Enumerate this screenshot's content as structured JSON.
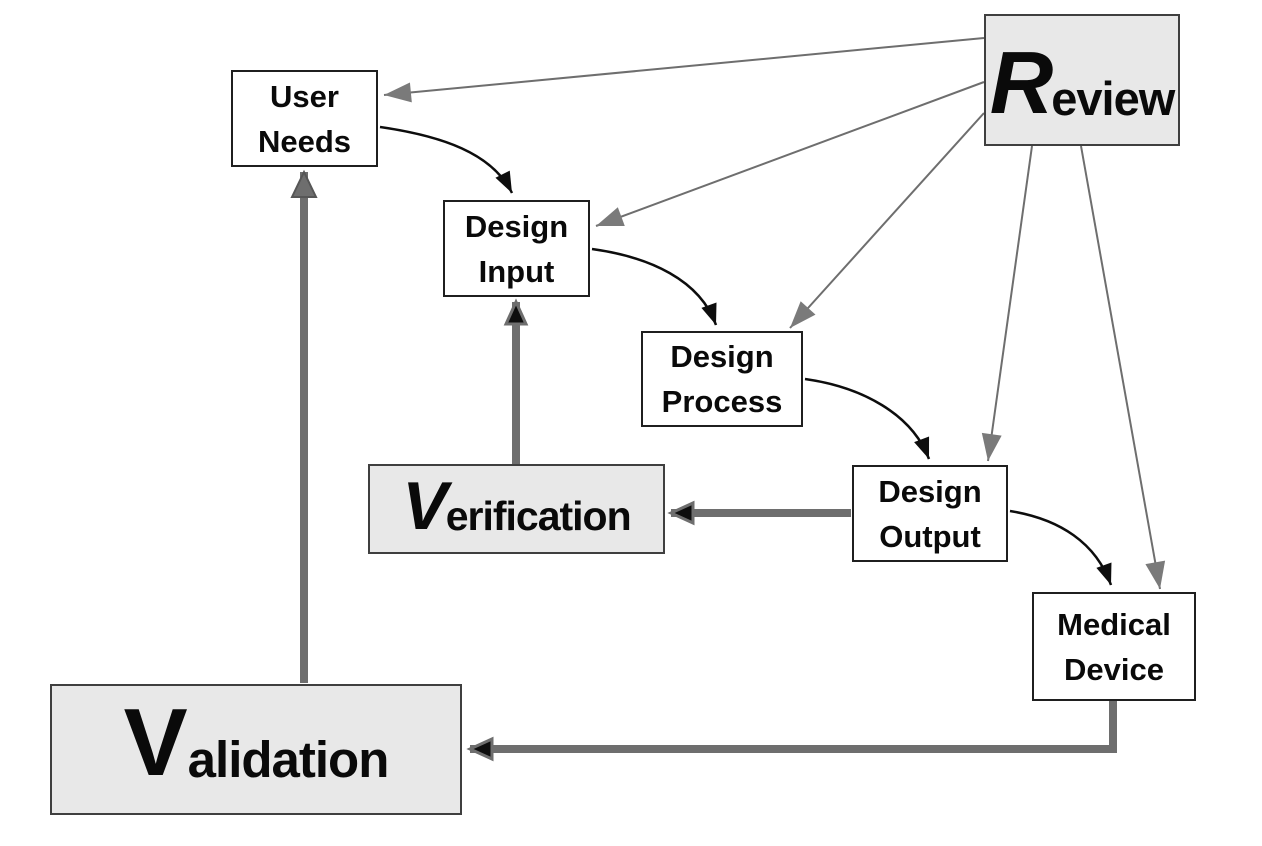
{
  "diagram": {
    "type": "flow-diagram",
    "subject": "design-controls-waterfall",
    "nodes": {
      "user_needs": {
        "lines": [
          "User",
          "Needs"
        ],
        "fill": "white"
      },
      "design_input": {
        "lines": [
          "Design",
          "Input"
        ],
        "fill": "white"
      },
      "design_process": {
        "lines": [
          "Design",
          "Process"
        ],
        "fill": "white"
      },
      "design_output": {
        "lines": [
          "Design",
          "Output"
        ],
        "fill": "white"
      },
      "medical_device": {
        "lines": [
          "Medical",
          "Device"
        ],
        "fill": "white"
      },
      "review": {
        "initial": "R",
        "rest": "eview",
        "fill": "gray"
      },
      "verification": {
        "initial": "V",
        "rest": "erification",
        "fill": "gray"
      },
      "validation": {
        "initial": "V",
        "rest": "alidation",
        "fill": "gray"
      }
    },
    "edges": [
      {
        "from": "user_needs",
        "to": "design_input",
        "style": "curved-black"
      },
      {
        "from": "design_input",
        "to": "design_process",
        "style": "curved-black"
      },
      {
        "from": "design_process",
        "to": "design_output",
        "style": "curved-black"
      },
      {
        "from": "design_output",
        "to": "medical_device",
        "style": "curved-black"
      },
      {
        "from": "review",
        "to": "user_needs",
        "style": "thin-gray"
      },
      {
        "from": "review",
        "to": "design_input",
        "style": "thin-gray"
      },
      {
        "from": "review",
        "to": "design_process",
        "style": "thin-gray"
      },
      {
        "from": "review",
        "to": "design_output",
        "style": "thin-gray"
      },
      {
        "from": "review",
        "to": "medical_device",
        "style": "thin-gray"
      },
      {
        "from": "verification",
        "to": "design_input",
        "style": "thick-gray"
      },
      {
        "from": "design_output",
        "to": "verification",
        "style": "thick-gray"
      },
      {
        "from": "medical_device",
        "to": "validation",
        "style": "thick-gray-elbow"
      },
      {
        "from": "validation",
        "to": "user_needs",
        "style": "thick-gray"
      }
    ],
    "colors": {
      "background": "#ffffff",
      "node_fill_white": "#ffffff",
      "node_fill_gray": "#e8e8e8",
      "node_border_dark": "#1f1f1f",
      "node_border_gray": "#3f3f3f",
      "arrow_black": "#0d0d0d",
      "arrow_thick_gray": "#6e6e6e",
      "arrowhead_gray": "#7a7a7a"
    }
  }
}
